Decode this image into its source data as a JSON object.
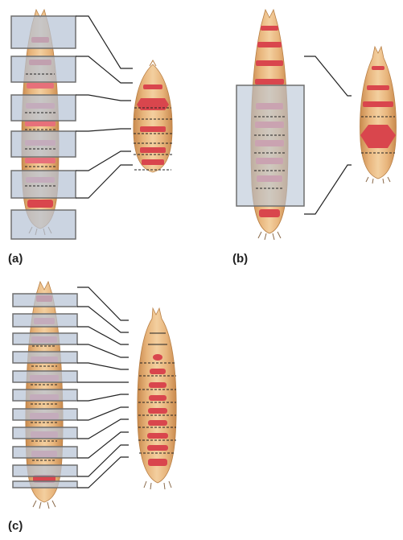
{
  "figure": {
    "panels": [
      {
        "id": "a",
        "label": "(a)"
      },
      {
        "id": "b",
        "label": "(b)"
      },
      {
        "id": "c",
        "label": "(c)"
      }
    ]
  },
  "colors": {
    "body_light": "#f0c48f",
    "body_dark": "#c98a4e",
    "stripe": "#d9464d",
    "stripe_light": "#e7707a",
    "box_fill": "#b7c4d6",
    "box_stroke": "#6f6f6f",
    "line": "#222222"
  }
}
